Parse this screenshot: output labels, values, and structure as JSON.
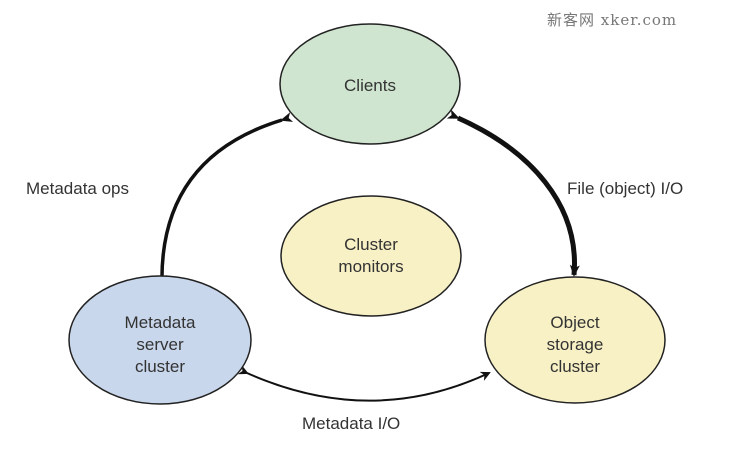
{
  "watermark": "新客网 xker.com",
  "nodes": [
    {
      "id": "clients",
      "lines": [
        "Clients"
      ],
      "fill": "#cfe5cf"
    },
    {
      "id": "cluster-monitors",
      "lines": [
        "Cluster",
        "monitors"
      ],
      "fill": "#f8f1c5"
    },
    {
      "id": "metadata-server-cluster",
      "lines": [
        "Metadata",
        "server",
        "cluster"
      ],
      "fill": "#c9d7ec"
    },
    {
      "id": "object-storage-cluster",
      "lines": [
        "Object",
        "storage",
        "cluster"
      ],
      "fill": "#f8f1c5"
    }
  ],
  "edges": [
    {
      "id": "metadata-ops",
      "from": "clients",
      "to": "metadata-server-cluster",
      "label": "Metadata ops",
      "bidirectional": true
    },
    {
      "id": "file-object-io",
      "from": "clients",
      "to": "object-storage-cluster",
      "label": "File (object) I/O",
      "bidirectional": true
    },
    {
      "id": "metadata-io",
      "from": "metadata-server-cluster",
      "to": "object-storage-cluster",
      "label": "Metadata I/O",
      "bidirectional": true
    }
  ],
  "colors": {
    "stroke": "#222222",
    "text": "#333333"
  }
}
